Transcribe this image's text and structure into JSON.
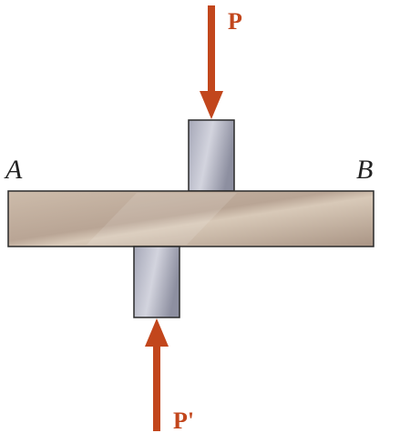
{
  "diagram": {
    "labels": {
      "end_a": "A",
      "end_b": "B",
      "force_top": "P",
      "force_bottom": "P'"
    },
    "colors": {
      "force_arrow": "#c2461c",
      "force_label": "#c2461c",
      "end_label": "#222222",
      "beam_fill_light": "#d8c9b8",
      "beam_fill_dark": "#a99484",
      "block_fill_light": "#c9cad6",
      "block_fill_dark": "#8d8fa0",
      "outline": "#2a2a2a"
    }
  }
}
